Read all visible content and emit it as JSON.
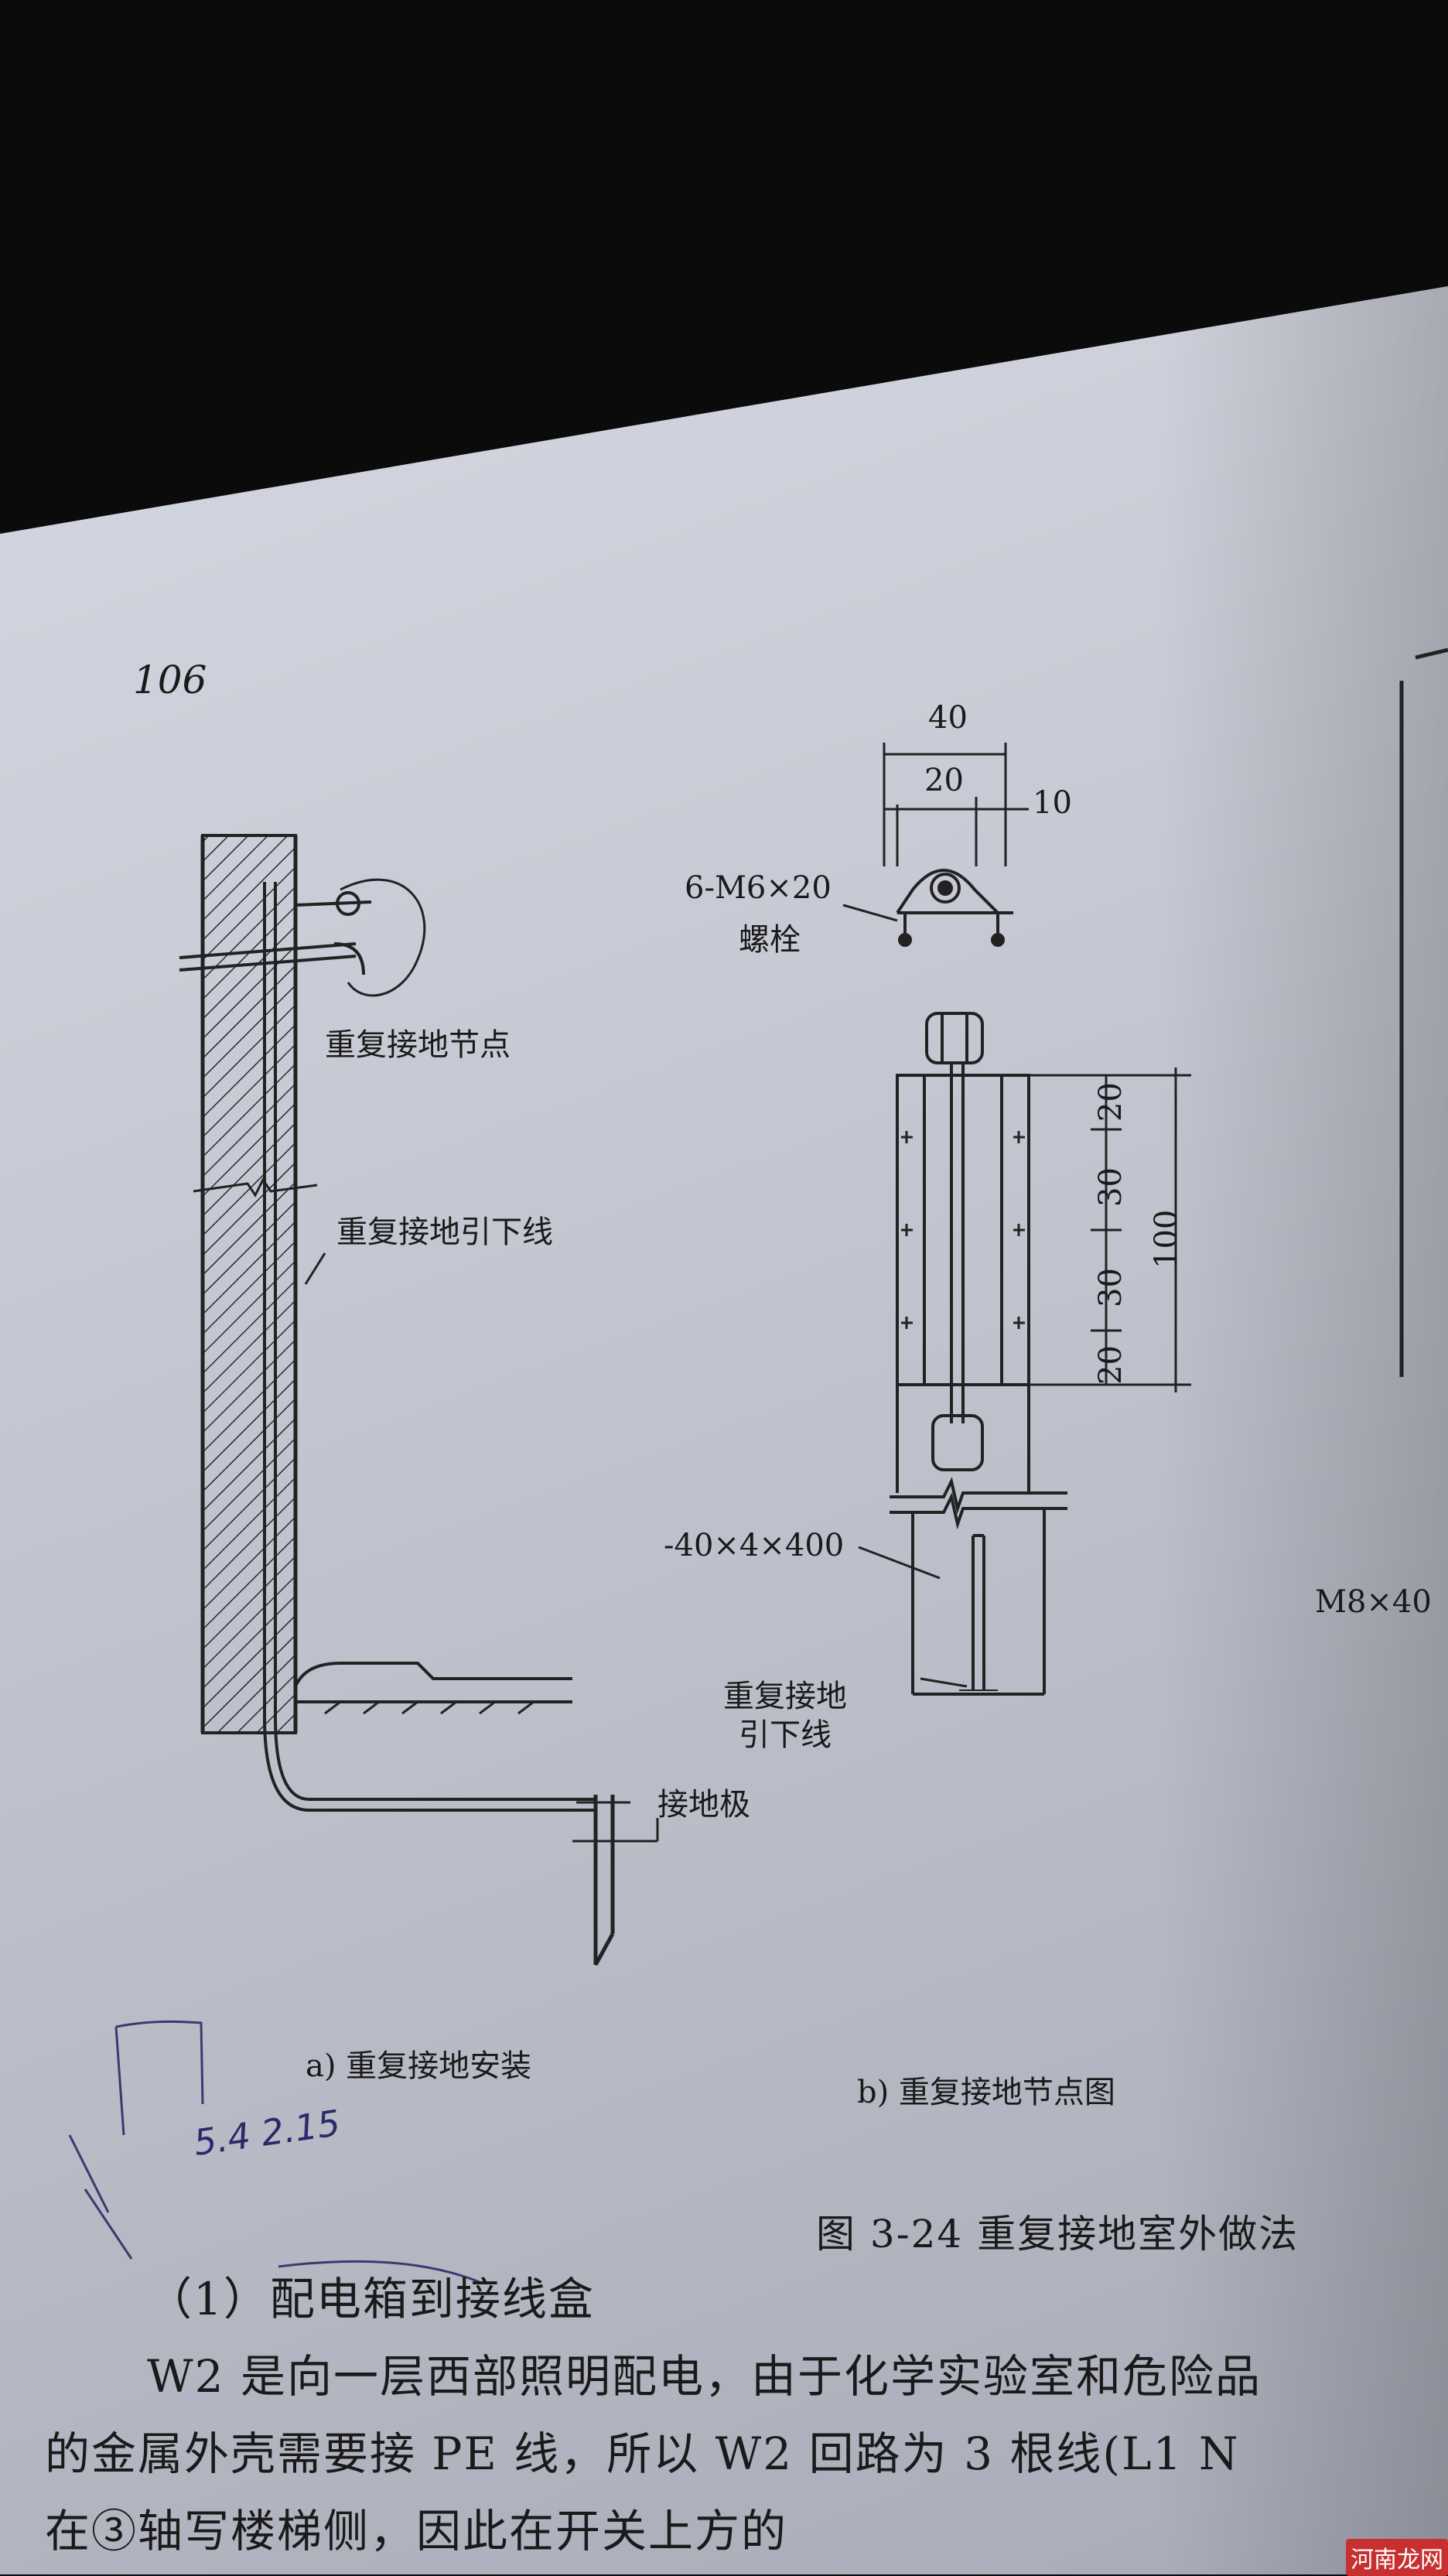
{
  "page_number": "106",
  "figure_a": {
    "label_node": "重复接地节点",
    "label_downlead": "重复接地引下线",
    "label_electrode": "接地极",
    "caption": "a) 重复接地安装"
  },
  "figure_b": {
    "dim_40": "40",
    "dim_20": "20",
    "dim_10": "10",
    "bolt_spec": "6-M6×20",
    "bolt_name": "螺栓",
    "dim_seg1": "20",
    "dim_seg2": "30",
    "dim_seg3": "30",
    "dim_seg4": "20",
    "dim_total": "100",
    "flat_steel": "-40×4×400",
    "downlead_line1": "重复接地",
    "downlead_line2": "引下线",
    "caption": "b) 重复接地节点图"
  },
  "right_partial_label": "M8×40",
  "figure_title": "图 3-24   重复接地室外做法",
  "section_heading": "（1）配电箱到接线盒",
  "paragraph_lines": [
    "W2 是向一层西部照明配电，由于化学实验室和危险品",
    "的金属外壳需要接 PE 线，所以 W2 回路为 3 根线(L1  N",
    "在③轴写楼梯侧，因此在开关上方的"
  ],
  "handwriting": "5.4  2.15",
  "watermark": "河南龙网"
}
